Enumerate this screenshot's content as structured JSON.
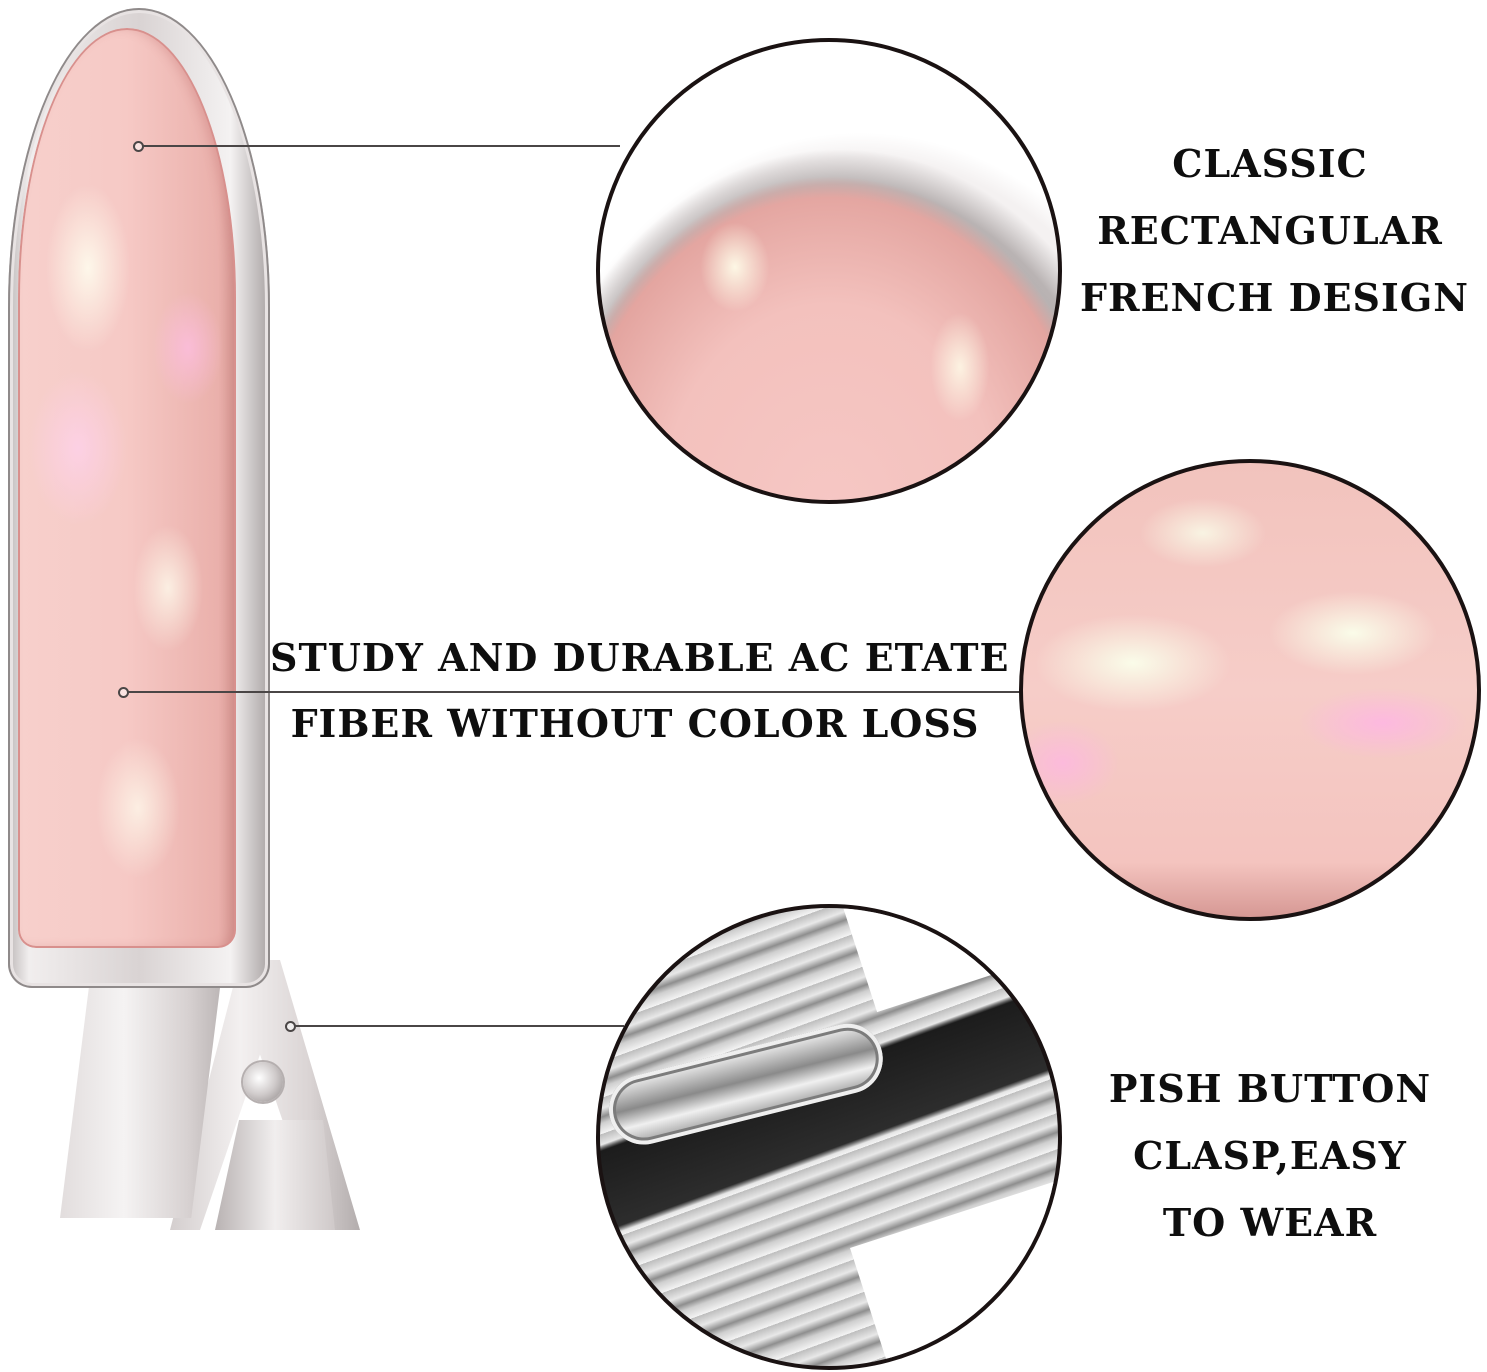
{
  "infographic": {
    "subject": "pink acetate hair clip with silver frame",
    "colors": {
      "background": "#ffffff",
      "text": "#0e0e0e",
      "callout_line": "#4a4646",
      "circle_border": "#1a1212",
      "acetate_pink": "#f6c9c5",
      "metal_silver": "#d9d3d3"
    },
    "features": [
      {
        "id": "design",
        "lines": [
          "CLASSIC",
          "RECTANGULAR",
          "FRENCH DESIGN"
        ],
        "detail_view": "close-up of clip tip with silver frame"
      },
      {
        "id": "material",
        "lines": [
          "STUDY AND DURABLE AC ETATE",
          "FIBER WITHOUT COLOR LOSS"
        ],
        "detail_view": "close-up of pearlescent pink acetate"
      },
      {
        "id": "clasp",
        "lines": [
          "PISH BUTTON",
          "CLASP,EASY",
          "TO WEAR"
        ],
        "detail_view": "close-up of silver push button clasp"
      }
    ]
  }
}
